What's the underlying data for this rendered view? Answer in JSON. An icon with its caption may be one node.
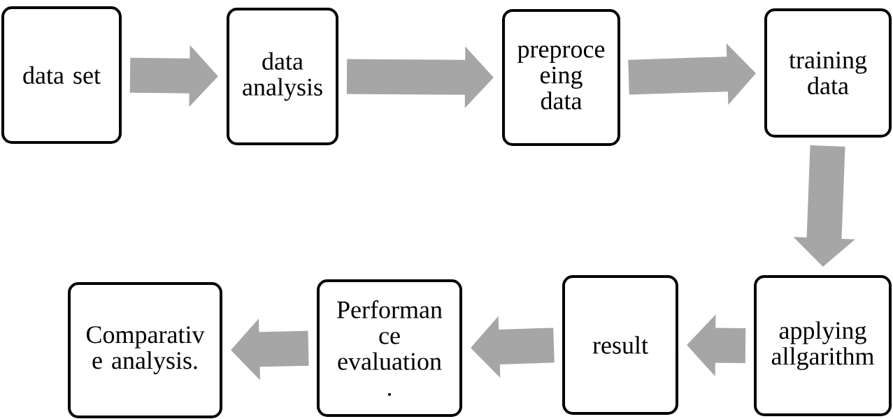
{
  "diagram": {
    "nodes": [
      {
        "text": [
          "data set"
        ]
      },
      {
        "text": [
          "data analysis"
        ]
      },
      {
        "text": [
          "preproce eing data"
        ]
      },
      {
        "text": [
          "training data"
        ]
      },
      {
        "text": [
          "applying allgarithm"
        ]
      },
      {
        "text": [
          "result"
        ]
      },
      {
        "text": [
          "Performan ce evaluation ."
        ]
      },
      {
        "text": [
          "Comparativ e analysis."
        ]
      }
    ],
    "edges": [
      {
        "from": 0,
        "to": 1,
        "arrow": "to"
      },
      {
        "from": 1,
        "to": 2,
        "arrow": "to"
      },
      {
        "from": 2,
        "to": 3,
        "arrow": "to"
      },
      {
        "from": 3,
        "to": 4,
        "arrow": "to"
      },
      {
        "from": 4,
        "to": 5,
        "arrow": "to"
      },
      {
        "from": 5,
        "to": 6,
        "arrow": "to"
      },
      {
        "from": 6,
        "to": 7,
        "arrow": "to"
      }
    ]
  }
}
